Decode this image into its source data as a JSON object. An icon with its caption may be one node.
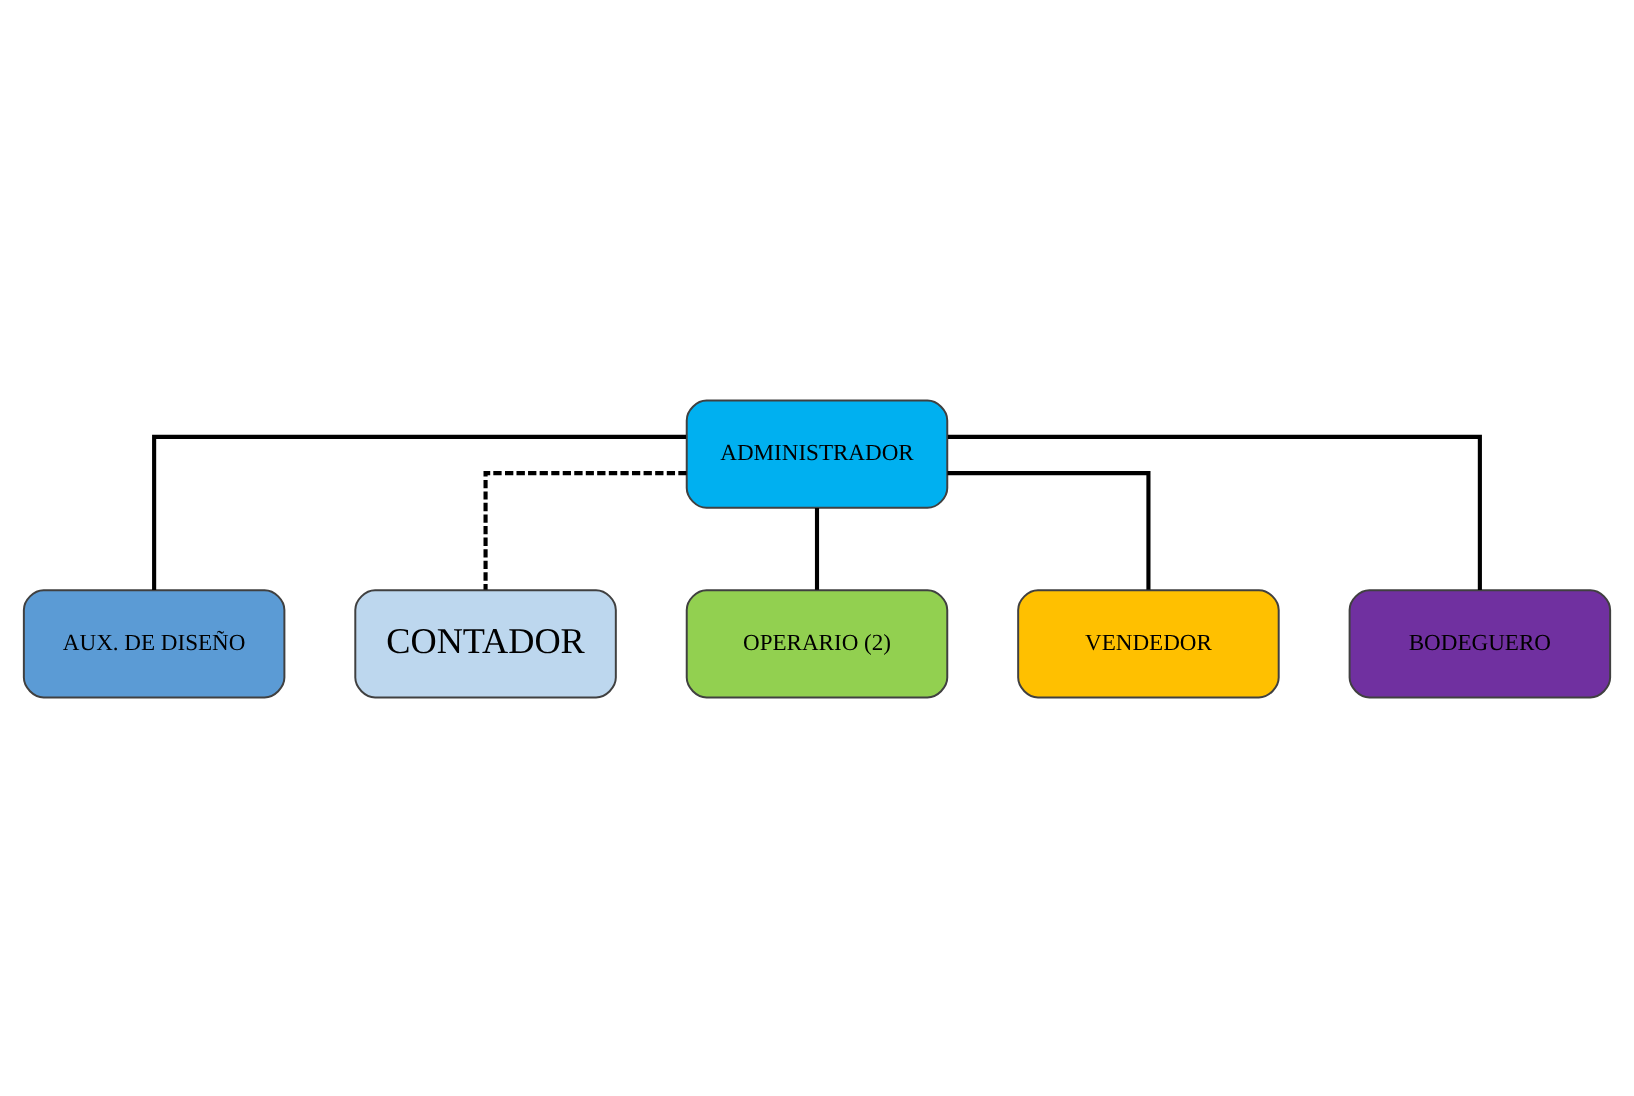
{
  "diagram": {
    "nodes": [
      {
        "text": [
          "ADMINISTRADOR"
        ]
      },
      {
        "text": [
          "AUX. DE DISEÑO"
        ]
      },
      {
        "text": [
          "CONTADOR"
        ]
      },
      {
        "text": [
          "OPERARIO (2)"
        ]
      },
      {
        "text": [
          "VENDEDOR"
        ]
      },
      {
        "text": [
          "BODEGUERO"
        ]
      }
    ],
    "edges": [
      {
        "from": 0,
        "to": 1,
        "arrow": "none"
      },
      {
        "from": 0,
        "to": 2,
        "arrow": "none",
        "style": "dashed"
      },
      {
        "from": 0,
        "to": 3,
        "arrow": "none"
      },
      {
        "from": 0,
        "to": 4,
        "arrow": "none"
      },
      {
        "from": 0,
        "to": 5,
        "arrow": "none"
      }
    ]
  }
}
